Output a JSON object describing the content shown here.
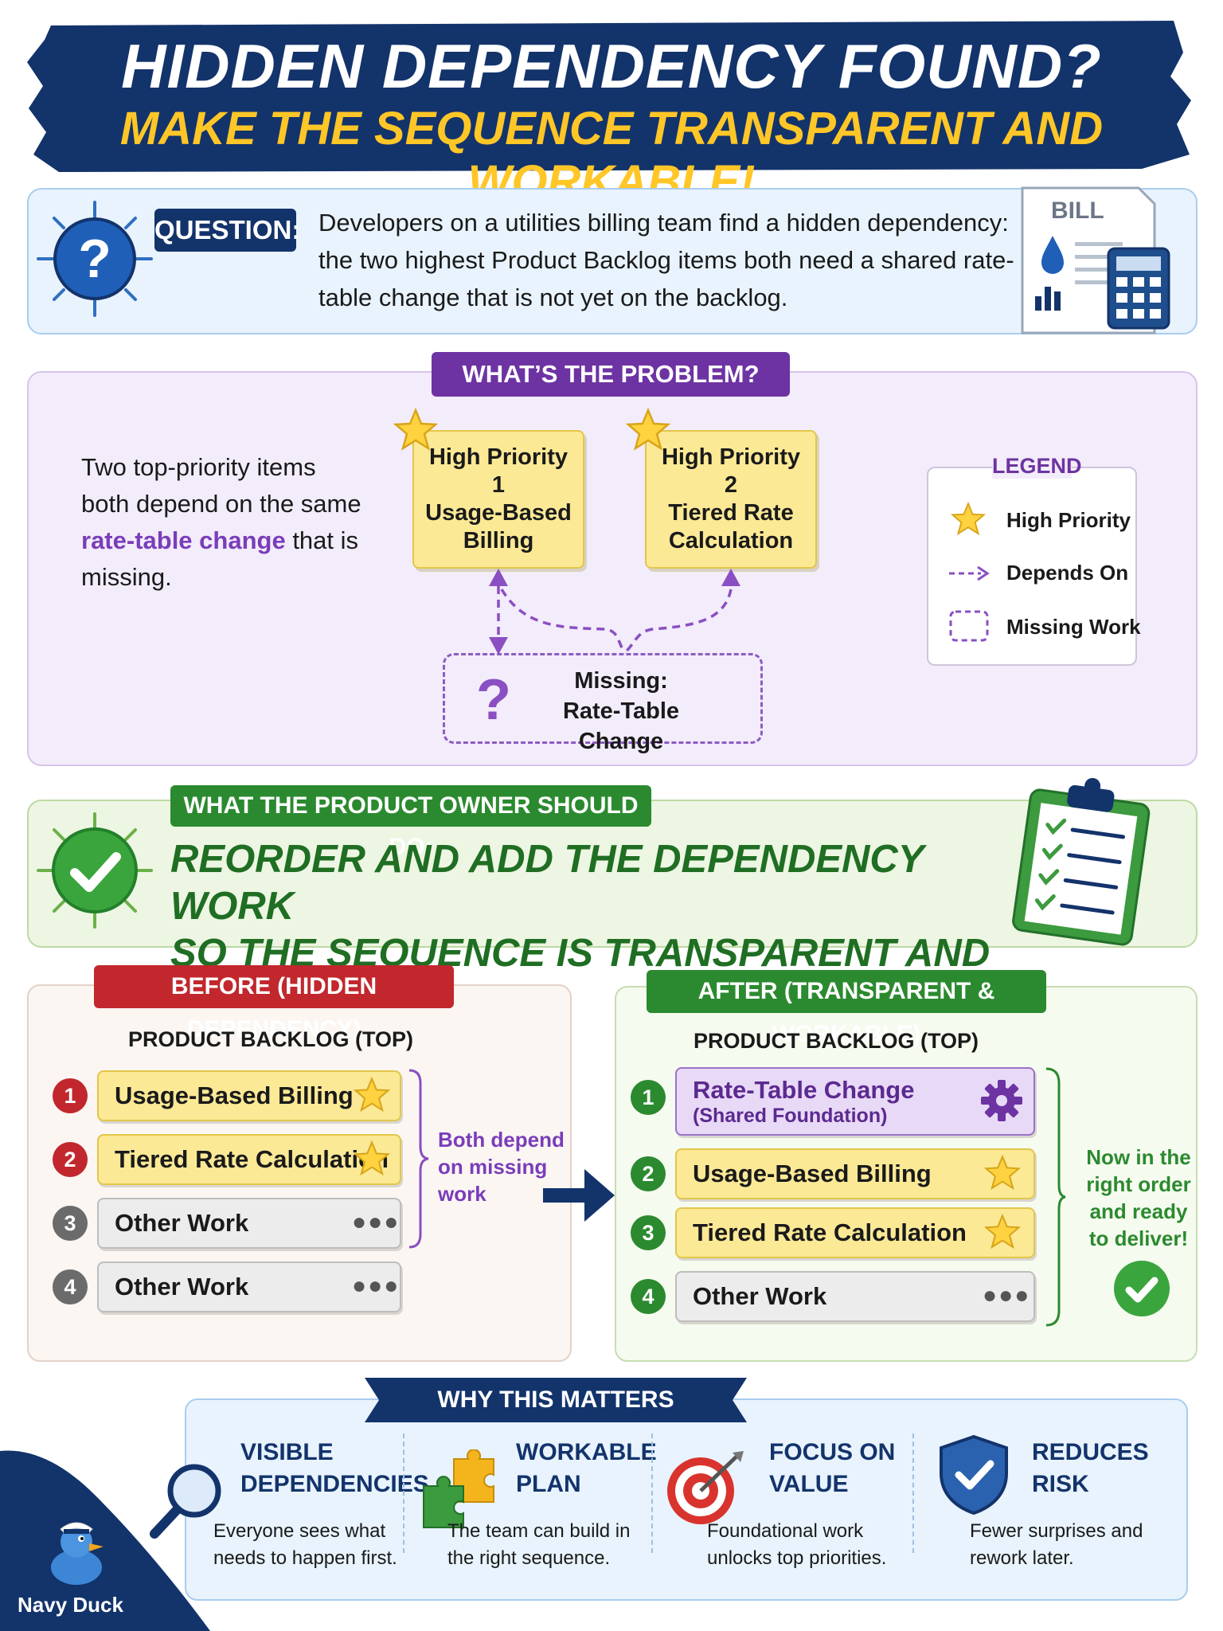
{
  "banner": {
    "title": "HIDDEN DEPENDENCY FOUND?",
    "subtitle": "MAKE THE SEQUENCE TRANSPARENT AND WORKABLE!"
  },
  "question": {
    "label": "QUESTION:",
    "text": "Developers on a utilities billing team find a hidden dependency: the two highest Product Backlog items both need a shared rate-table change that is not yet on the backlog.",
    "bill_label": "BILL"
  },
  "problem": {
    "tab": "WHAT’S THE PROBLEM?",
    "text_part1": "Two top-priority items both depend on the same ",
    "text_highlight": "rate-table change",
    "text_part2": " that is missing.",
    "item1": {
      "line1": "High Priority",
      "line2": "1",
      "line3": "Usage-Based",
      "line4": "Billing"
    },
    "item2": {
      "line1": "High Priority",
      "line2": "2",
      "line3": "Tiered Rate",
      "line4": "Calculation"
    },
    "missing": {
      "line1": "Missing:",
      "line2": "Rate-Table Change"
    },
    "legend": {
      "title": "LEGEND",
      "items": [
        "High Priority",
        "Depends On",
        "Missing Work"
      ]
    }
  },
  "action": {
    "tab": "WHAT THE PRODUCT OWNER SHOULD DO:",
    "line1": "REORDER AND ADD THE DEPENDENCY WORK",
    "line2": "SO THE SEQUENCE IS TRANSPARENT AND WORKABLE."
  },
  "before": {
    "tab": "BEFORE (HIDDEN DEPENDENCY)",
    "heading": "PRODUCT BACKLOG (TOP)",
    "items": [
      {
        "num": "1",
        "label": "Usage-Based Billing"
      },
      {
        "num": "2",
        "label": "Tiered Rate Calculation"
      },
      {
        "num": "3",
        "label": "Other Work"
      },
      {
        "num": "4",
        "label": "Other Work"
      }
    ],
    "note": "Both depend on missing work"
  },
  "after": {
    "tab": "AFTER (TRANSPARENT & WORKABLE)",
    "heading": "PRODUCT BACKLOG (TOP)",
    "items": [
      {
        "num": "1",
        "label": "Rate-Table Change",
        "sublabel": "(Shared Foundation)"
      },
      {
        "num": "2",
        "label": "Usage-Based Billing"
      },
      {
        "num": "3",
        "label": "Tiered Rate Calculation"
      },
      {
        "num": "4",
        "label": "Other Work"
      }
    ],
    "note": "Now in the right order and ready to deliver!"
  },
  "why": {
    "tab": "WHY THIS MATTERS",
    "cols": [
      {
        "title1": "VISIBLE",
        "title2": "DEPENDENCIES",
        "desc1": "Everyone sees what",
        "desc2": "needs to happen first."
      },
      {
        "title1": "WORKABLE",
        "title2": "PLAN",
        "desc1": "The team can build in",
        "desc2": "the right sequence."
      },
      {
        "title1": "FOCUS ON",
        "title2": "VALUE",
        "desc1": "Foundational work",
        "desc2": "unlocks top priorities."
      },
      {
        "title1": "REDUCES",
        "title2": "RISK",
        "desc1": "Fewer surprises and",
        "desc2": "rework later."
      }
    ]
  },
  "footer": {
    "brand": "Navy Duck"
  },
  "colors": {
    "navy": "#13336b",
    "yellow": "#ffc627",
    "purple": "#6d33a2",
    "green": "#2b8a2f",
    "red": "#c1272d"
  }
}
